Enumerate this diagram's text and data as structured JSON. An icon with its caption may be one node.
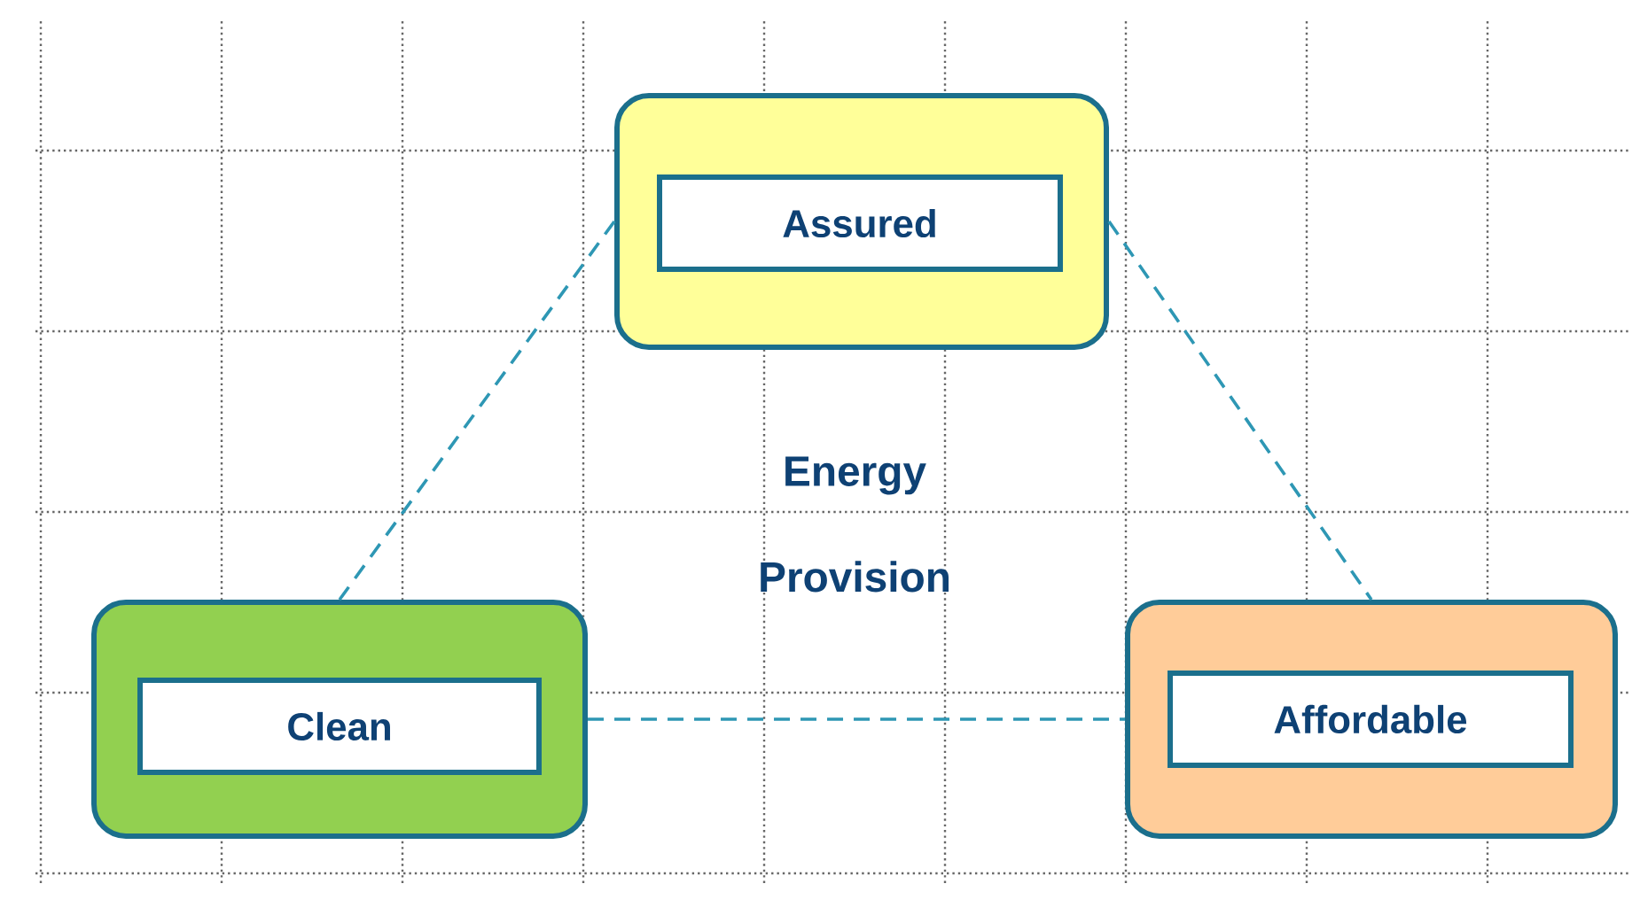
{
  "diagram": {
    "nodes": [
      {
        "text": [],
        "shape": "box"
      },
      {
        "text": [
          "Assured"
        ],
        "in": 0
      },
      {
        "text": [],
        "shape": "box"
      },
      {
        "text": [
          "Clean"
        ],
        "in": 2
      },
      {
        "text": [],
        "shape": "box"
      },
      {
        "text": [
          "Affordable"
        ],
        "in": 4
      }
    ],
    "edges": [
      {
        "from": 0,
        "to": 2,
        "arrow": "none",
        "style": "dashed"
      },
      {
        "from": 0,
        "to": 4,
        "arrow": "none",
        "style": "dashed"
      },
      {
        "from": 2,
        "to": 4,
        "arrow": "none",
        "style": "dashed"
      }
    ],
    "labels": [
      "Energy Provision"
    ]
  }
}
